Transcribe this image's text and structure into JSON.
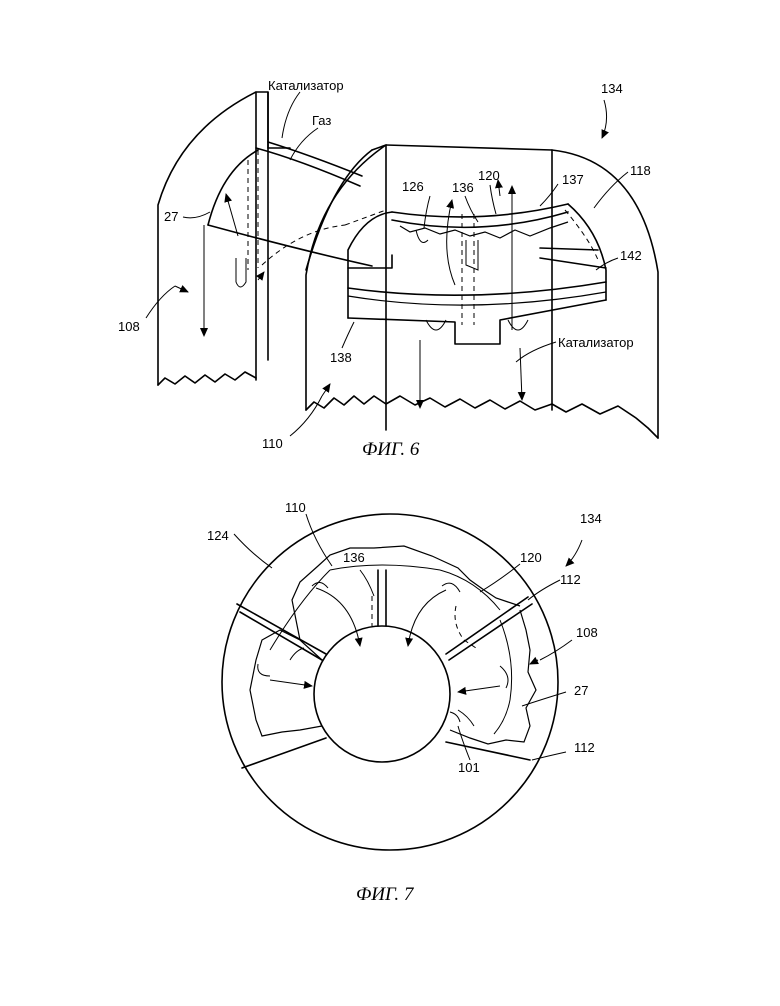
{
  "figures": [
    {
      "caption": "ФИГ. 6"
    },
    {
      "caption": "ФИГ. 7"
    }
  ],
  "fig6_labels": {
    "catalyst_top": "Катализатор",
    "gas": "Газ",
    "ref_134": "134",
    "ref_27": "27",
    "ref_126": "126",
    "ref_136": "136",
    "ref_120": "120",
    "ref_137": "137",
    "ref_118": "118",
    "ref_142": "142",
    "ref_108": "108",
    "ref_138": "138",
    "catalyst_bottom": "Катализатор",
    "ref_110": "110"
  },
  "fig7_labels": {
    "ref_110": "110",
    "ref_134": "134",
    "ref_124": "124",
    "ref_136": "136",
    "ref_120": "120",
    "ref_112_upper": "112",
    "ref_108": "108",
    "ref_27": "27",
    "ref_101": "101",
    "ref_112_lower": "112"
  }
}
